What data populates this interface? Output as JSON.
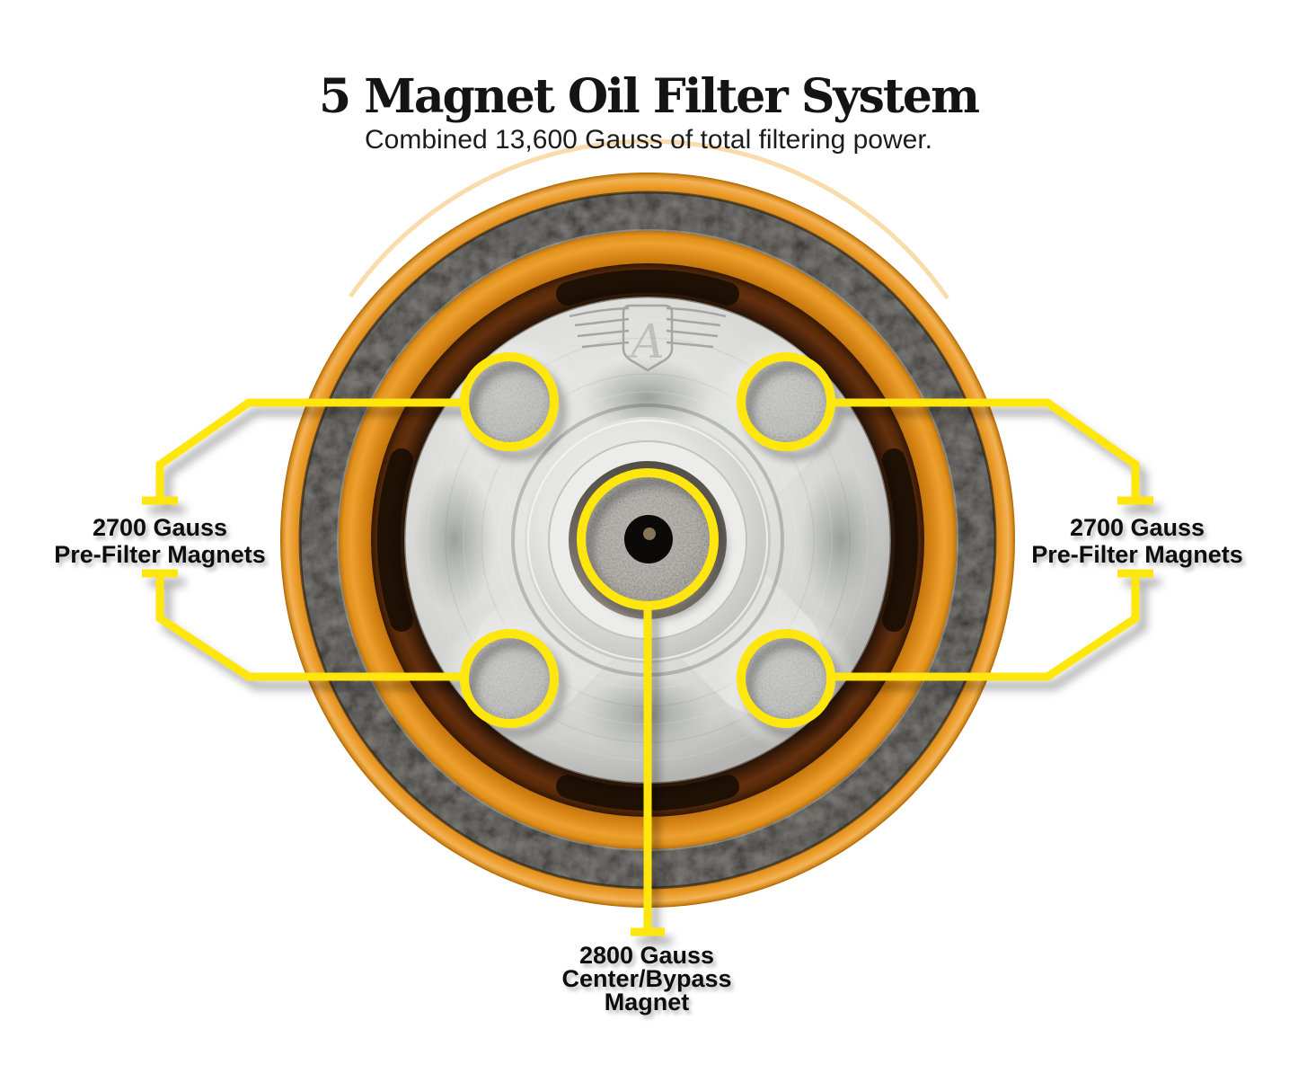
{
  "header": {
    "title": "5 Magnet Oil Filter System",
    "subtitle": "Combined 13,600 Gauss of total filtering power."
  },
  "callouts": {
    "left": {
      "line1": "2700 Gauss",
      "line2": "Pre-Filter Magnets"
    },
    "right": {
      "line1": "2700 Gauss",
      "line2": "Pre-Filter Magnets"
    },
    "bottom": {
      "line1": "2800 Gauss",
      "line2": "Center/Bypass",
      "line3": "Magnet"
    }
  },
  "diagram": {
    "logo_icon": "winged-a-emblem",
    "logo_letter": "A",
    "highlighted_magnets": 5
  },
  "colors": {
    "callout_yellow": "#FFE609",
    "filter_orange": "#E8941F",
    "gasket_black": "#2F2D2A",
    "text_black": "#0d0d0d"
  }
}
